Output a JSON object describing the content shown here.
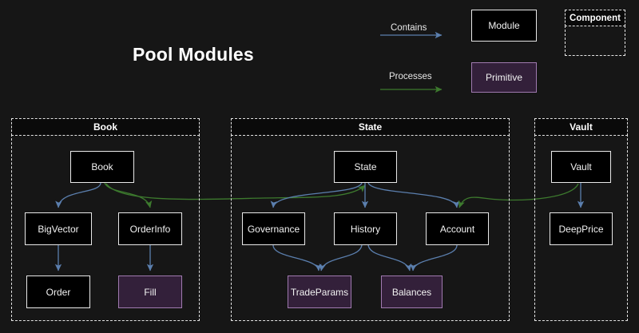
{
  "title": "Pool Modules",
  "background": "#161616",
  "colors": {
    "contains_edge": "#5b7fae",
    "processes_edge": "#2f6b2f",
    "module_fill": "#000000",
    "module_border": "#e9e9e9",
    "primitive_fill": "#33203a",
    "primitive_border": "#a07ab0",
    "cluster_border": "#e4e4e4",
    "text": "#f2f2f2"
  },
  "legend": {
    "contains_label": "Contains",
    "processes_label": "Processes",
    "module_label": "Module",
    "primitive_label": "Primitive",
    "component_label": "Component"
  },
  "clusters": [
    {
      "id": "book",
      "label": "Book"
    },
    {
      "id": "state",
      "label": "State"
    },
    {
      "id": "vault",
      "label": "Vault"
    }
  ],
  "nodes": [
    {
      "id": "book",
      "label": "Book",
      "type": "module",
      "cluster": "book"
    },
    {
      "id": "bigvector",
      "label": "BigVector",
      "type": "module",
      "cluster": "book"
    },
    {
      "id": "orderinfo",
      "label": "OrderInfo",
      "type": "module",
      "cluster": "book"
    },
    {
      "id": "order",
      "label": "Order",
      "type": "module",
      "cluster": "book"
    },
    {
      "id": "fill",
      "label": "Fill",
      "type": "primitive",
      "cluster": "book"
    },
    {
      "id": "state",
      "label": "State",
      "type": "module",
      "cluster": "state"
    },
    {
      "id": "governance",
      "label": "Governance",
      "type": "module",
      "cluster": "state"
    },
    {
      "id": "history",
      "label": "History",
      "type": "module",
      "cluster": "state"
    },
    {
      "id": "account",
      "label": "Account",
      "type": "module",
      "cluster": "state"
    },
    {
      "id": "tradeparams",
      "label": "TradeParams",
      "type": "primitive",
      "cluster": "state"
    },
    {
      "id": "balances",
      "label": "Balances",
      "type": "primitive",
      "cluster": "state"
    },
    {
      "id": "vault",
      "label": "Vault",
      "type": "module",
      "cluster": "vault"
    },
    {
      "id": "deepprice",
      "label": "DeepPrice",
      "type": "module",
      "cluster": "vault"
    }
  ],
  "edges": [
    {
      "from": "book",
      "to": "bigvector",
      "kind": "contains"
    },
    {
      "from": "bigvector",
      "to": "order",
      "kind": "contains"
    },
    {
      "from": "orderinfo",
      "to": "fill",
      "kind": "contains"
    },
    {
      "from": "state",
      "to": "governance",
      "kind": "contains"
    },
    {
      "from": "state",
      "to": "history",
      "kind": "contains"
    },
    {
      "from": "state",
      "to": "account",
      "kind": "contains"
    },
    {
      "from": "governance",
      "to": "tradeparams",
      "kind": "contains"
    },
    {
      "from": "history",
      "to": "tradeparams",
      "kind": "contains"
    },
    {
      "from": "history",
      "to": "balances",
      "kind": "contains"
    },
    {
      "from": "account",
      "to": "balances",
      "kind": "contains"
    },
    {
      "from": "vault",
      "to": "deepprice",
      "kind": "contains"
    },
    {
      "from": "book",
      "to": "orderinfo",
      "kind": "processes"
    },
    {
      "from": "book",
      "to": "state",
      "kind": "processes"
    },
    {
      "from": "vault",
      "to": "account",
      "kind": "processes"
    }
  ]
}
